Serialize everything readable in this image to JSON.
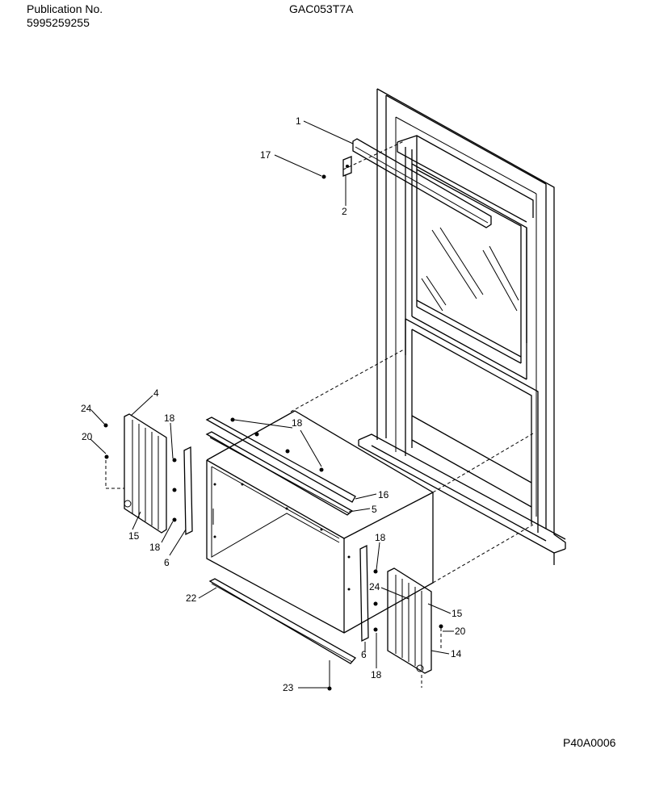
{
  "header": {
    "publication_label": "Publication No.",
    "publication_number": "5995259255",
    "model": "GAC053T7A"
  },
  "footer": {
    "figure_code": "P40A0006"
  },
  "callouts": {
    "c1": "1",
    "c17": "17",
    "c2": "2",
    "c24_left": "24",
    "c4": "4",
    "c20_left": "20",
    "c18_left_top": "18",
    "c15_left": "15",
    "c18_left_bottom": "18",
    "c6_left": "6",
    "c18_top": "18",
    "c16": "16",
    "c5": "5",
    "c18_right": "18",
    "c24_right": "24",
    "c15_right": "15",
    "c20_right": "20",
    "c14": "14",
    "c6_right": "6",
    "c18_right_bottom": "18",
    "c22": "22",
    "c23": "23"
  }
}
